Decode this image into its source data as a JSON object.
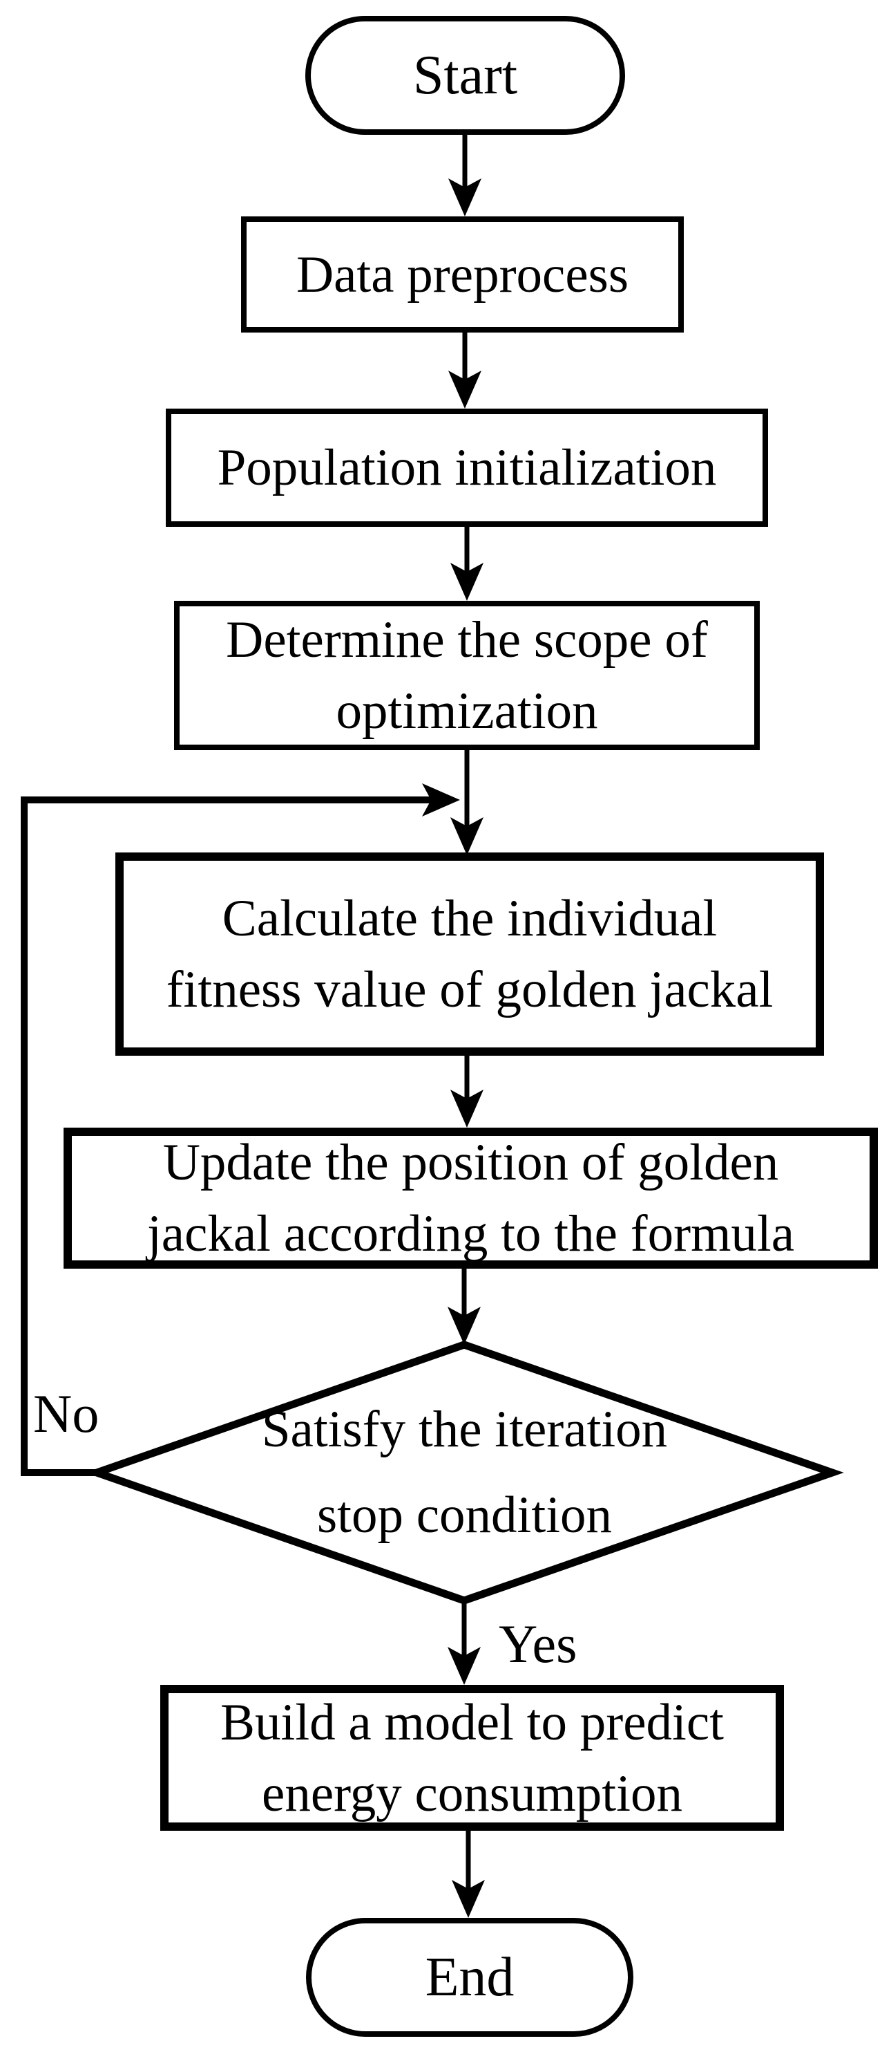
{
  "flowchart": {
    "nodes": {
      "start": {
        "type": "terminator",
        "lines": [
          "Start"
        ]
      },
      "preprocess": {
        "type": "process",
        "lines": [
          "Data preprocess"
        ]
      },
      "init": {
        "type": "process",
        "lines": [
          "Population initialization"
        ]
      },
      "scope": {
        "type": "process",
        "lines": [
          "Determine the scope of",
          "optimization"
        ]
      },
      "fitness": {
        "type": "process",
        "lines": [
          "Calculate the individual",
          "fitness value of golden jackal"
        ]
      },
      "update": {
        "type": "process",
        "lines": [
          "Update the position of golden",
          "jackal according to the formula"
        ]
      },
      "decision": {
        "type": "decision",
        "lines": [
          "Satisfy the iteration",
          "stop condition"
        ]
      },
      "build": {
        "type": "process",
        "lines": [
          "Build a model to predict",
          "energy consumption"
        ]
      },
      "end": {
        "type": "terminator",
        "lines": [
          "End"
        ]
      }
    },
    "edge_labels": {
      "no": "No",
      "yes": "Yes"
    },
    "colors": {
      "stroke": "#000000",
      "fill": "#ffffff",
      "text": "#000000"
    }
  }
}
